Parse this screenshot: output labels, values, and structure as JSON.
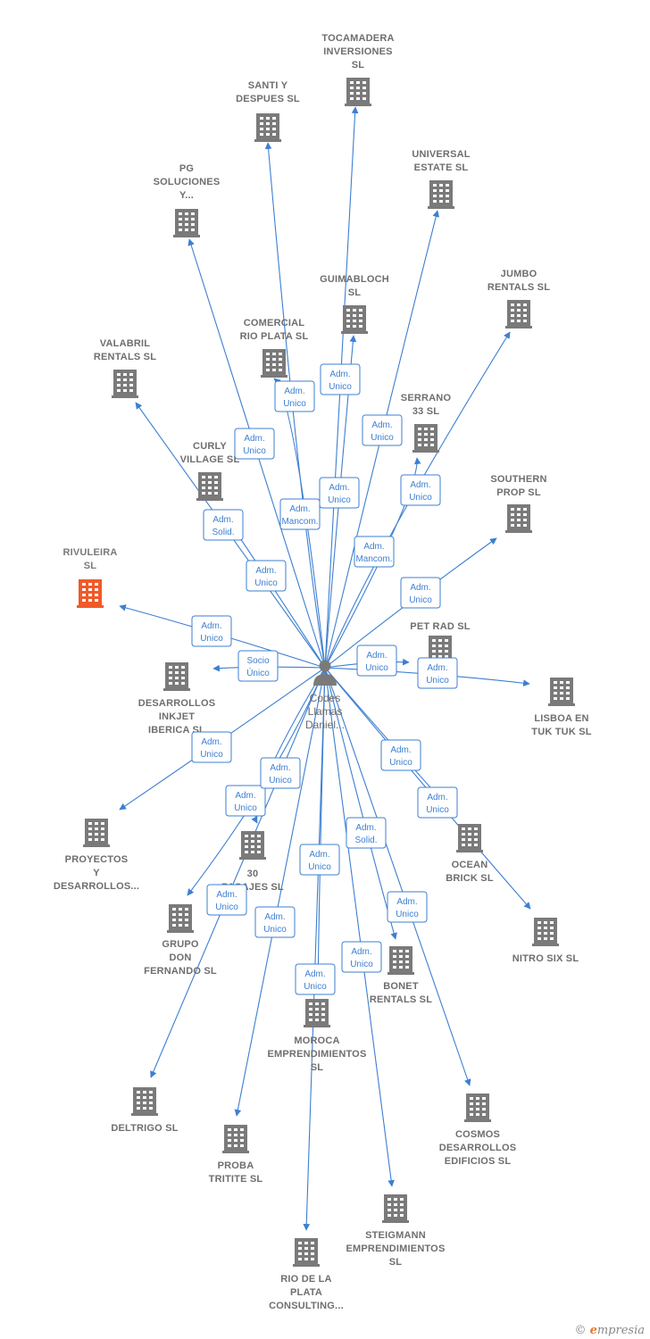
{
  "colors": {
    "edge": "#3d7fd1",
    "building": "#7a7a7a",
    "highlight": "#f05a28",
    "person": "#7a7a7a"
  },
  "center": {
    "icon": "person-icon",
    "label_lines": [
      "Codes",
      "Llamas",
      "Daniel..."
    ]
  },
  "companies": [
    {
      "id": "tocamadera",
      "lines": [
        "TOCAMADERA",
        "INVERSIONES",
        "SL"
      ]
    },
    {
      "id": "santi",
      "lines": [
        "SANTI Y",
        "DESPUES  SL"
      ]
    },
    {
      "id": "universal",
      "lines": [
        "UNIVERSAL",
        "ESTATE  SL"
      ]
    },
    {
      "id": "pg",
      "lines": [
        "PG",
        "SOLUCIONES",
        "Y..."
      ]
    },
    {
      "id": "guimabloch",
      "lines": [
        "GUIMABLOCH",
        "SL"
      ]
    },
    {
      "id": "jumbo",
      "lines": [
        "JUMBO",
        "RENTALS  SL"
      ]
    },
    {
      "id": "comercial",
      "lines": [
        "COMERCIAL",
        "RIO PLATA  SL"
      ]
    },
    {
      "id": "valabril",
      "lines": [
        "VALABRIL",
        "RENTALS  SL"
      ]
    },
    {
      "id": "serrano",
      "lines": [
        "SERRANO",
        "33  SL"
      ]
    },
    {
      "id": "curly",
      "lines": [
        "CURLY",
        "VILLAGE  SL"
      ]
    },
    {
      "id": "southern",
      "lines": [
        "SOUTHERN",
        "PROP  SL"
      ]
    },
    {
      "id": "rivuleira",
      "lines": [
        "RIVULEIRA",
        "SL"
      ],
      "highlight": true
    },
    {
      "id": "petrad",
      "lines": [
        "PET RAD  SL"
      ]
    },
    {
      "id": "desarrollos",
      "lines": [
        "DESARROLLOS",
        "INKJET",
        "IBERICA  SL"
      ]
    },
    {
      "id": "lisboa",
      "lines": [
        "LISBOA EN",
        "TUK TUK  SL"
      ]
    },
    {
      "id": "proyectos",
      "lines": [
        "PROYECTOS",
        "Y",
        "DESARROLLOS..."
      ]
    },
    {
      "id": "pasajes",
      "lines": [
        "30",
        "PASAJES  SL"
      ]
    },
    {
      "id": "ocean",
      "lines": [
        "OCEAN",
        "BRICK  SL"
      ]
    },
    {
      "id": "grupo",
      "lines": [
        "GRUPO",
        "DON",
        "FERNANDO  SL"
      ]
    },
    {
      "id": "nitro",
      "lines": [
        "NITRO SIX  SL"
      ]
    },
    {
      "id": "bonet",
      "lines": [
        "BONET",
        "RENTALS  SL"
      ]
    },
    {
      "id": "moroca",
      "lines": [
        "MOROCA",
        "EMPRENDIMIENTOS",
        "SL"
      ]
    },
    {
      "id": "deltrigo",
      "lines": [
        "DELTRIGO  SL"
      ]
    },
    {
      "id": "cosmos",
      "lines": [
        "COSMOS",
        "DESARROLLOS",
        "EDIFICIOS  SL"
      ]
    },
    {
      "id": "proba",
      "lines": [
        "PROBA",
        "TRITITE  SL"
      ]
    },
    {
      "id": "steigmann",
      "lines": [
        "STEIGMANN",
        "EMPRENDIMIENTOS",
        "SL"
      ]
    },
    {
      "id": "riodelaplata",
      "lines": [
        "RIO DE LA",
        "PLATA",
        "CONSULTING..."
      ]
    }
  ],
  "relations": [
    {
      "to": "tocamadera",
      "role": [
        "Adm.",
        "Unico"
      ]
    },
    {
      "to": "santi",
      "role": [
        "Adm.",
        "Mancom."
      ]
    },
    {
      "to": "universal",
      "role": [
        "Adm.",
        "Unico"
      ]
    },
    {
      "to": "pg",
      "role": [
        "Adm.",
        "Unico"
      ]
    },
    {
      "to": "guimabloch",
      "role": [
        "Adm.",
        "Unico"
      ]
    },
    {
      "to": "jumbo",
      "role": [
        "Adm.",
        "Mancom."
      ]
    },
    {
      "to": "comercial",
      "role": [
        "Adm.",
        "Unico"
      ]
    },
    {
      "to": "valabril",
      "role": [
        "Adm.",
        "Solid."
      ]
    },
    {
      "to": "serrano",
      "role": [
        "Adm.",
        "Unico"
      ]
    },
    {
      "to": "curly",
      "role": [
        "Adm.",
        "Unico"
      ]
    },
    {
      "to": "southern",
      "role": [
        "Adm.",
        "Unico"
      ]
    },
    {
      "to": "rivuleira",
      "role": [
        "Adm.",
        "Unico"
      ]
    },
    {
      "to": "desarrollos",
      "role": [
        "Socio",
        "Único"
      ]
    },
    {
      "to": "petrad",
      "role": [
        "Adm.",
        "Unico"
      ]
    },
    {
      "to": "lisboa",
      "role": [
        "Adm.",
        "Unico"
      ]
    },
    {
      "to": "proyectos",
      "role": [
        "Adm.",
        "Unico"
      ]
    },
    {
      "to": "pasajes",
      "role": [
        "Adm.",
        "Unico"
      ]
    },
    {
      "to": "grupo",
      "role": [
        "Adm.",
        "Unico"
      ]
    },
    {
      "to": "ocean",
      "role": [
        "Adm.",
        "Unico"
      ]
    },
    {
      "to": "nitro",
      "role": [
        "Adm.",
        "Unico"
      ]
    },
    {
      "to": "bonet",
      "role": [
        "Adm.",
        "Solid."
      ]
    },
    {
      "to": "moroca",
      "role": [
        "Adm.",
        "Unico"
      ]
    },
    {
      "to": "deltrigo",
      "role": [
        "Adm.",
        "Unico"
      ]
    },
    {
      "to": "cosmos",
      "role": [
        "Adm.",
        "Unico"
      ]
    },
    {
      "to": "proba",
      "role": [
        "Adm.",
        "Unico"
      ]
    },
    {
      "to": "steigmann",
      "role": [
        "Adm.",
        "Unico"
      ]
    },
    {
      "to": "riodelaplata",
      "role": [
        "Adm.",
        "Unico"
      ]
    }
  ],
  "watermark": {
    "copyright": "©",
    "brand_initial": "e",
    "brand_rest": "mpresia"
  }
}
